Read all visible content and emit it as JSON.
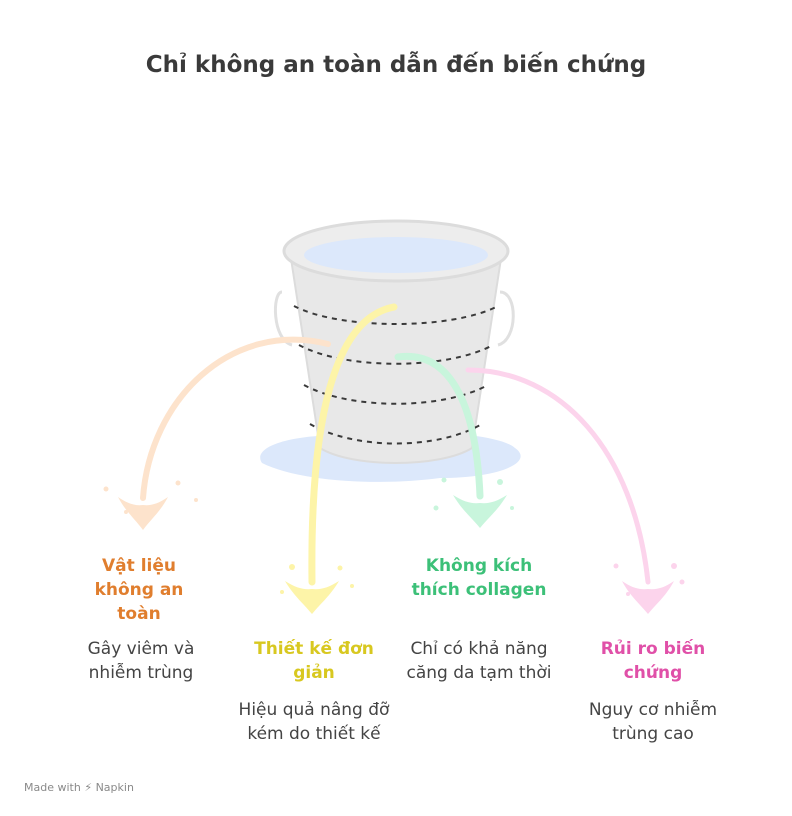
{
  "title": "Chỉ không an toàn dẫn đến biến chứng",
  "colors": {
    "orange": "#E07E2E",
    "yellow": "#D8C820",
    "green": "#3CC078",
    "pink": "#E050A8"
  },
  "items": [
    {
      "title": "Vật liệu không an toàn",
      "description": "Gây viêm và nhiễm trùng"
    },
    {
      "title": "Thiết kế đơn giản",
      "description": "Hiệu quả nâng đỡ kém do thiết kế"
    },
    {
      "title": "Không kích thích collagen",
      "description": "Chỉ có khả năng căng da tạm thời"
    },
    {
      "title": "Rủi ro biến chứng",
      "description": "Nguy cơ nhiễm trùng cao"
    }
  ],
  "footer": {
    "made_with": "Made with",
    "brand": "Napkin"
  }
}
